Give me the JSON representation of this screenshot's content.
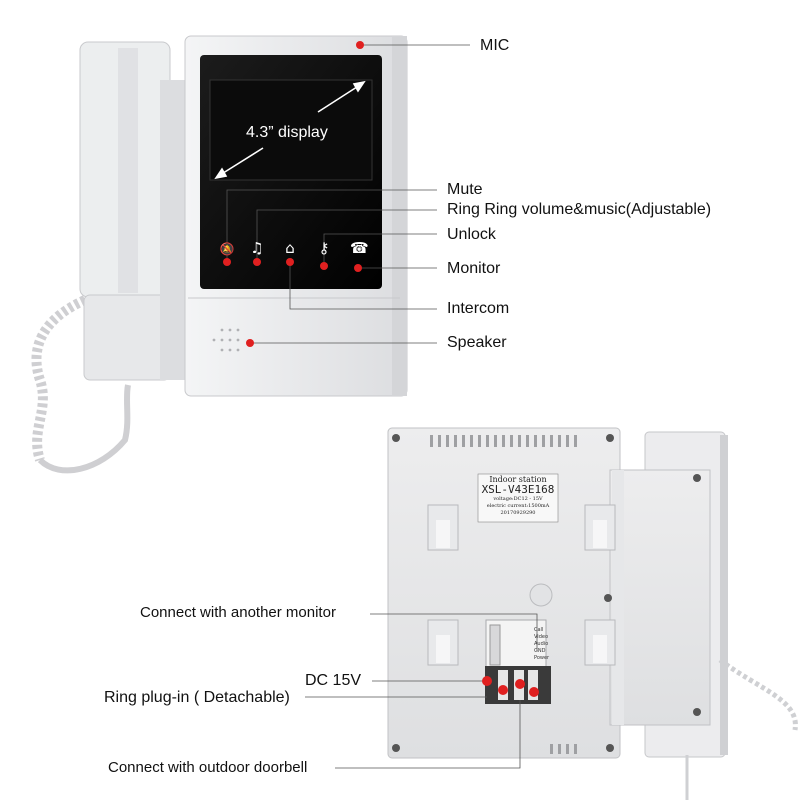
{
  "front": {
    "display_label": "4.3” display",
    "buttons": [
      {
        "name": "mute",
        "icon": "mute-icon",
        "glyph": "🔕"
      },
      {
        "name": "music",
        "icon": "music-note-icon",
        "glyph": "♫"
      },
      {
        "name": "intercom",
        "icon": "intercom-icon",
        "glyph": "⌂"
      },
      {
        "name": "unlock",
        "icon": "key-icon",
        "glyph": "⚷"
      },
      {
        "name": "monitor",
        "icon": "phone-icon",
        "glyph": "☎"
      }
    ]
  },
  "callouts": {
    "mic": "MIC",
    "mute": "Mute",
    "ring_volume": "Ring Ring volume&music(Adjustable)",
    "unlock": "Unlock",
    "monitor": "Monitor",
    "intercom": "Intercom",
    "speaker": "Speaker",
    "connect_monitor": "Connect with another monitor",
    "dc": "DC 15V",
    "ring_plug": "Ring plug-in ( Detachable)",
    "connect_doorbell": "Connect with outdoor doorbell"
  },
  "back_label": {
    "title": "Indoor station",
    "model": "XSL-V43E168",
    "voltage": "voltage:DC12 - 15V",
    "current": "electric current:1500mA",
    "serial": "20170929290",
    "terminals": [
      "Call",
      "Video",
      "Audio",
      "GND",
      "Power"
    ]
  },
  "colors": {
    "marker": "#e02020",
    "device_body": "#e9eaec",
    "screen": "#0a0a0a"
  }
}
